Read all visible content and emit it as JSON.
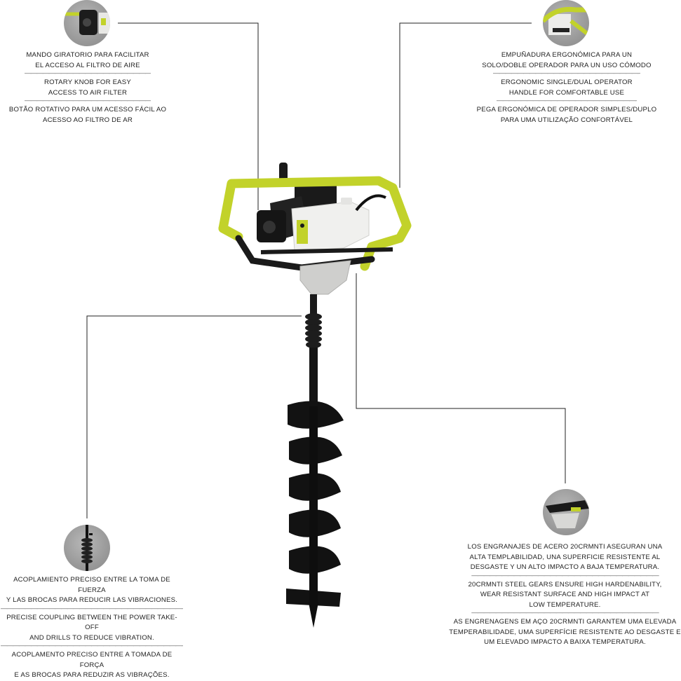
{
  "callouts": {
    "air_filter": {
      "es": [
        "MANDO GIRATORIO PARA FACILITAR",
        "EL ACCESO AL FILTRO DE AIRE"
      ],
      "en": [
        "ROTARY KNOB FOR EASY",
        "ACCESS TO AIR FILTER"
      ],
      "pt": [
        "BOTÃO ROTATIVO PARA UM ACESSO FÁCIL AO",
        "ACESSO AO FILTRO DE AR"
      ],
      "thumb_icon": "air-filter-knob-photo"
    },
    "handle": {
      "es": [
        "EMPUÑADURA ERGONÓMICA PARA UN",
        "SOLO/DOBLE OPERADOR PARA UN USO CÓMODO"
      ],
      "en": [
        "ERGONOMIC SINGLE/DUAL OPERATOR",
        "HANDLE FOR COMFORTABLE USE"
      ],
      "pt": [
        "PEGA ERGONÓMICA DE OPERADOR SIMPLES/DUPLO",
        "PARA UMA UTILIZAÇÃO CONFORTÁVEL"
      ],
      "thumb_icon": "handle-photo"
    },
    "coupling": {
      "es": [
        "ACOPLAMIENTO PRECISO ENTRE LA TOMA DE FUERZA",
        "Y LAS BROCAS PARA REDUCIR LAS VIBRACIONES."
      ],
      "en": [
        "PRECISE COUPLING BETWEEN THE POWER TAKE-OFF",
        "AND DRILLS TO REDUCE VIBRATION."
      ],
      "pt": [
        "ACOPLAMENTO PRECISO ENTRE A TOMADA DE FORÇA",
        "E AS BROCAS PARA REDUZIR AS VIBRAÇÕES."
      ],
      "thumb_icon": "coupling-spring-photo"
    },
    "gears": {
      "es": [
        "LOS ENGRANAJES DE ACERO 20CRMNTI ASEGURAN UNA",
        "ALTA TEMPLABILIDAD, UNA SUPERFICIE RESISTENTE AL",
        "DESGASTE Y UN ALTO IMPACTO A BAJA TEMPERATURA."
      ],
      "en": [
        "20CRMNTI STEEL GEARS ENSURE HIGH HARDENABILITY,",
        "WEAR RESISTANT SURFACE AND HIGH IMPACT AT",
        "LOW TEMPERATURE."
      ],
      "pt": [
        "AS ENGRENAGENS EM AÇO 20CRMNTI GARANTEM UMA ELEVADA",
        "TEMPERABILIDADE, UMA SUPERFÍCIE RESISTENTE AO DESGASTE E",
        "UM ELEVADO IMPACTO A BAIXA TEMPERATURA."
      ],
      "thumb_icon": "gearbox-photo"
    }
  },
  "separator": "———————————————————————————————",
  "colors": {
    "frame": "#c2d22a",
    "tank": "#efefec",
    "metal": "#1a1a1a",
    "line": "#222222",
    "thumb_bg": "#a0a0a0"
  },
  "product_icon": "earth-auger-photo"
}
